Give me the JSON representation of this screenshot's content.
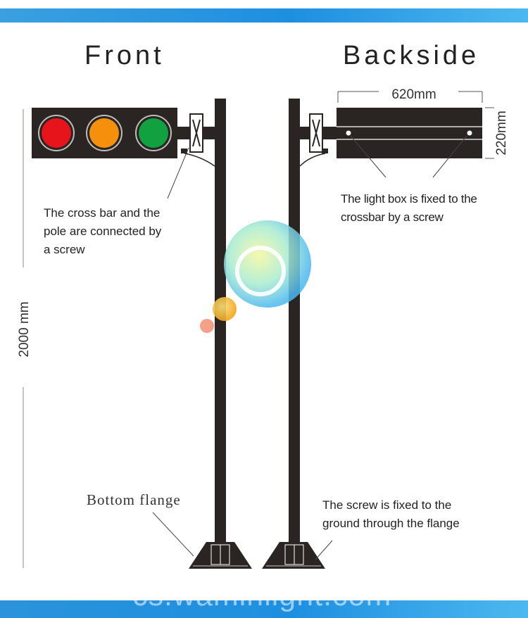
{
  "headings": {
    "front": "Front",
    "back": "Backside"
  },
  "dimensions": {
    "width": "620mm",
    "height": "220mm",
    "pole_height": "2000 mm"
  },
  "notes": {
    "crossbar_line1": "The cross bar and the",
    "crossbar_line2": "pole are connected by",
    "crossbar_line3": "a screw",
    "lightbox_line1": "The light box is fixed to the",
    "lightbox_line2": "crossbar by a screw",
    "flange_label": "Bottom flange",
    "ground_line1": "The screw is fixed to the",
    "ground_line2": "ground through the flange"
  },
  "lights": [
    {
      "name": "red",
      "color": "#e8141c"
    },
    {
      "name": "amber",
      "color": "#f4900c"
    },
    {
      "name": "green",
      "color": "#11a140"
    }
  ],
  "colors": {
    "band": "#1e8fe0",
    "pole": "#2a2522"
  },
  "watermark": "cs.waminlight.com"
}
